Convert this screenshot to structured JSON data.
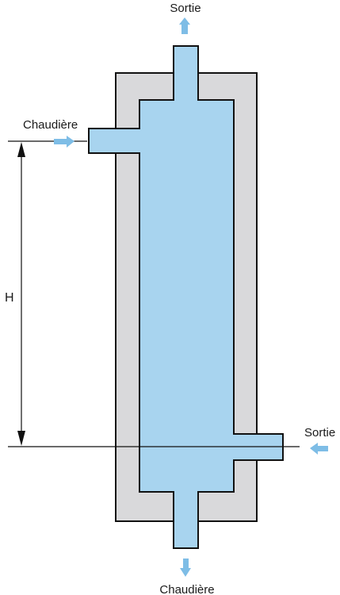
{
  "diagram": {
    "labels": {
      "top_outlet": "Sortie",
      "boiler_inlet": "Chaudière",
      "side_outlet": "Sortie",
      "bottom_return": "Chaudière",
      "height_dimension": "H"
    },
    "colors": {
      "fluid": "#a8d4ef",
      "arrow": "#7ebde6",
      "insulation": "#d9d9db",
      "outline": "#111111",
      "dimension_line": "#111111"
    },
    "icons": [
      "arrow-up-icon",
      "arrow-right-icon",
      "arrow-left-icon",
      "arrow-down-icon"
    ]
  }
}
